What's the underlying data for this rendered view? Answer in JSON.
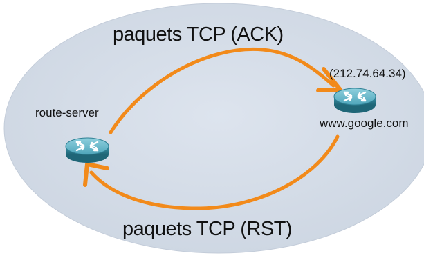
{
  "diagram": {
    "colors": {
      "background": "#ffffff",
      "cloud": "#d5dde8",
      "cloud_edge": "#b9c4d3",
      "arrow": "#f28a1a",
      "router_top": "#5fb3c6",
      "router_side": "#2d7f93"
    },
    "labels": {
      "top_arrow": "paquets TCP (ACK)",
      "bottom_arrow": "paquets TCP (RST)"
    },
    "nodes": [
      {
        "id": "route-server",
        "label": "route-server",
        "icon": "router-icon"
      },
      {
        "id": "google",
        "label": "www.google.com",
        "ip": "(212.74.64.34)",
        "icon": "router-icon"
      }
    ]
  }
}
